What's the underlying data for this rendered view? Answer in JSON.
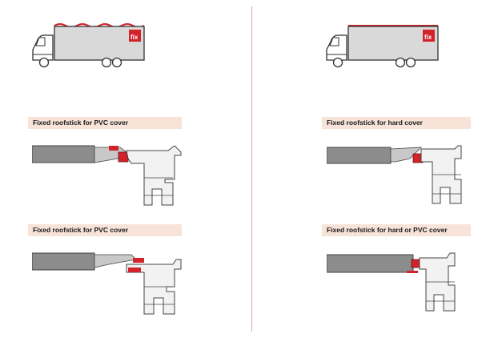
{
  "divider_color": "#e6a3a8",
  "accent_color": "#d2232a",
  "label_bg": "#f8e3d8",
  "left": {
    "truck": {
      "cover": "PVC cover (wavy red top)",
      "logo": "fix"
    },
    "items": [
      {
        "label": "Fixed roofstick for PVC cover"
      },
      {
        "label": "Fixed roofstick for PVC cover"
      }
    ]
  },
  "right": {
    "truck": {
      "cover": "hard cover (flat red top)",
      "logo": "fix"
    },
    "items": [
      {
        "label": "Fixed roofstick for hard cover"
      },
      {
        "label": "Fixed roofstick for hard or PVC cover"
      }
    ]
  }
}
